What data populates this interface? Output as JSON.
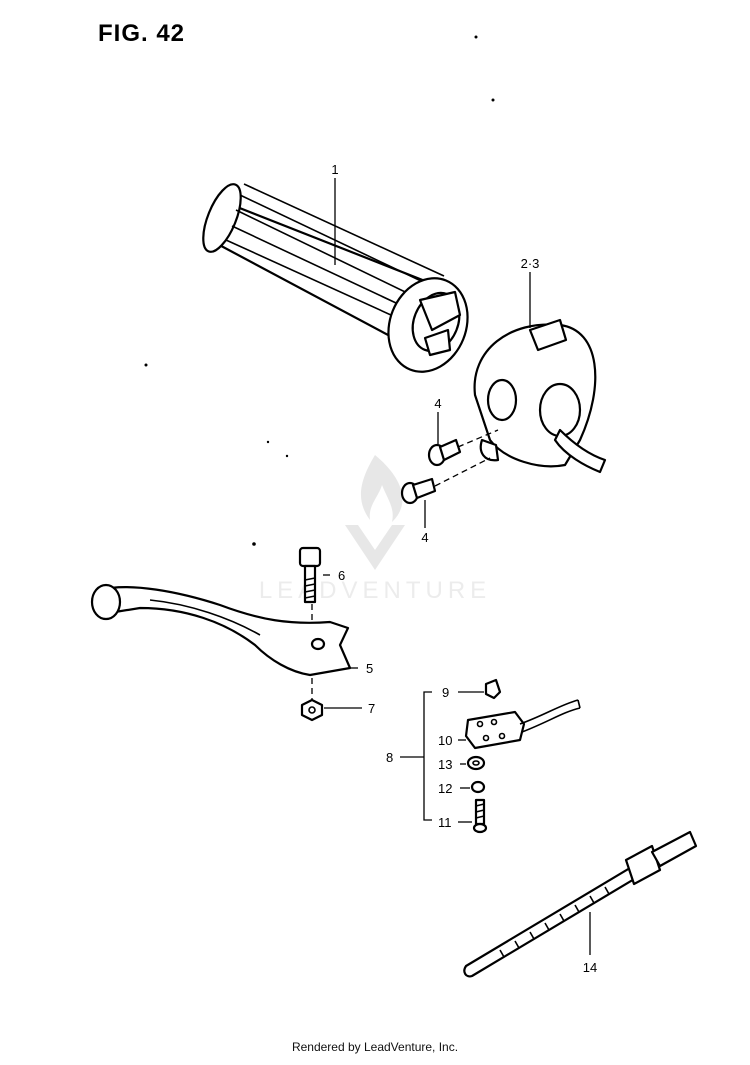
{
  "figure": {
    "title": "FIG. 42"
  },
  "watermark": {
    "text": "LEADVENTURE"
  },
  "footer": {
    "text": "Rendered by LeadVenture, Inc."
  },
  "callouts": [
    {
      "id": "c1",
      "label": "1"
    },
    {
      "id": "c23",
      "label": "2·3"
    },
    {
      "id": "c4a",
      "label": "4"
    },
    {
      "id": "c4b",
      "label": "4"
    },
    {
      "id": "c6",
      "label": "6"
    },
    {
      "id": "c5",
      "label": "5"
    },
    {
      "id": "c7",
      "label": "7"
    },
    {
      "id": "c8",
      "label": "8"
    },
    {
      "id": "c9",
      "label": "9"
    },
    {
      "id": "c10",
      "label": "10"
    },
    {
      "id": "c13",
      "label": "13"
    },
    {
      "id": "c12",
      "label": "12"
    },
    {
      "id": "c11",
      "label": "11"
    },
    {
      "id": "c14",
      "label": "14"
    }
  ],
  "colors": {
    "line": "#000000",
    "background": "#ffffff",
    "watermark": "#c9c9c9"
  }
}
